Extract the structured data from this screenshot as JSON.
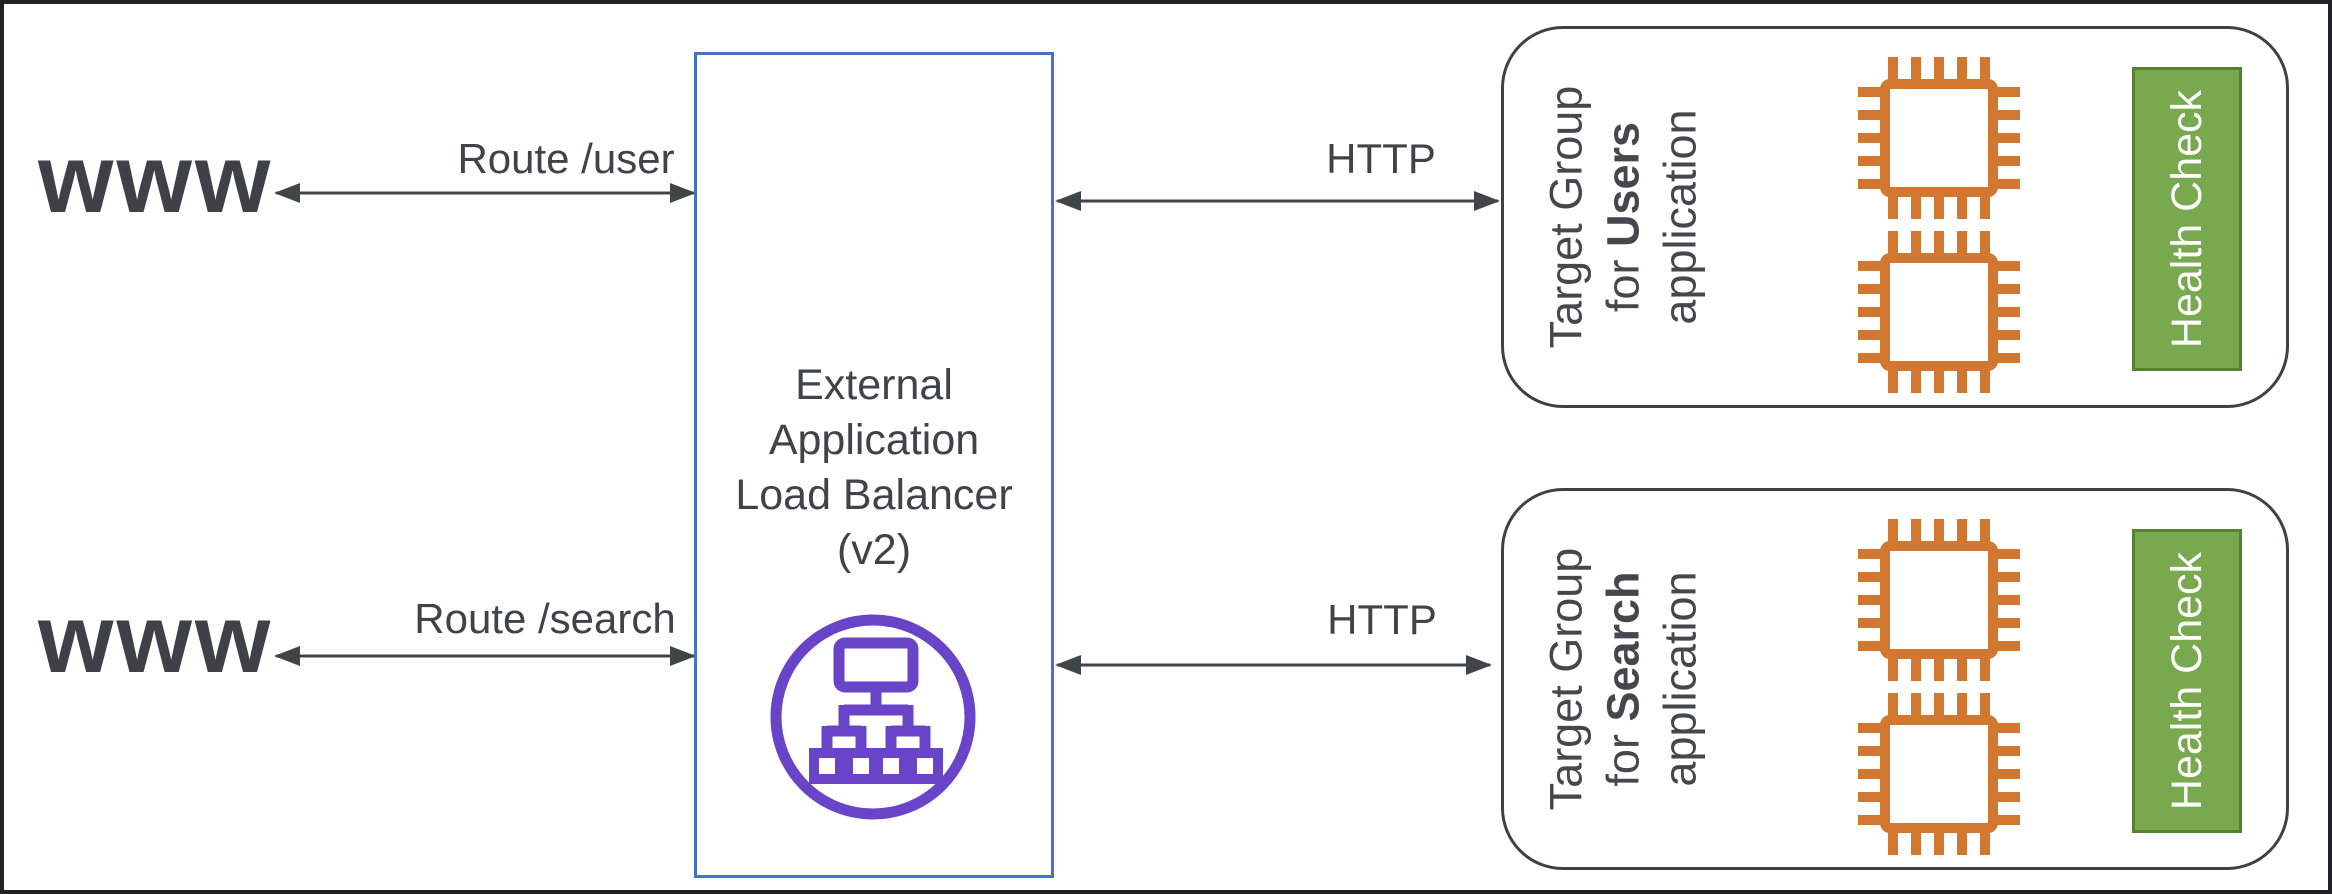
{
  "clients": [
    {
      "label": "www"
    },
    {
      "label": "www"
    }
  ],
  "routes": [
    {
      "label": "Route /user"
    },
    {
      "label": "Route /search"
    }
  ],
  "http_labels": [
    "HTTP",
    "HTTP"
  ],
  "load_balancer": {
    "title_lines": [
      "External",
      "Application",
      "Load Balancer",
      "(v2)"
    ],
    "icon": "elastic-load-balancer-icon"
  },
  "target_groups": [
    {
      "line1": "Target Group",
      "line2_prefix": "for ",
      "line2_bold": "Users",
      "line3": "application",
      "health_check_label": "Health Check",
      "instance_icon": "cpu-chip-icon",
      "instance_count": 2
    },
    {
      "line1": "Target Group",
      "line2_prefix": "for ",
      "line2_bold": "Search",
      "line3": "application",
      "health_check_label": "Health Check",
      "instance_icon": "cpu-chip-icon",
      "instance_count": 2
    }
  ],
  "colors": {
    "text_dark": "#3F4448",
    "arrow": "#404548",
    "alb_border_blue": "#4472C4",
    "lb_icon_purple": "#6943C8",
    "chip_orange": "#D2772F",
    "health_green_fill": "#79A94F",
    "health_green_border": "#55832D",
    "group_border": "#3E4246",
    "frame": "#1F2326"
  }
}
